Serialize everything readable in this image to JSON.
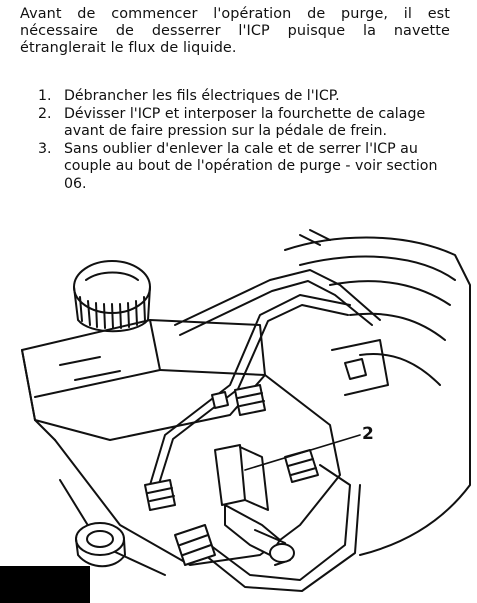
{
  "intro": "Avant de commencer l'opération de purge, il est nécessaire de desserrer l'ICP puisque la navette étranglerait le flux de liquide.",
  "steps": [
    {
      "num": "1.",
      "text": "Débrancher les fils électriques de l'ICP."
    },
    {
      "num": "2.",
      "text": "Dévisser l'ICP et interposer la fourchette de calage avant de faire pression sur la pédale de frein."
    },
    {
      "num": "3.",
      "text": "Sans oublier d'enlever la cale et de serrer l'ICP au couple au bout de l'opération de purge - voir section 06."
    }
  ],
  "figure": {
    "callout": "2"
  }
}
